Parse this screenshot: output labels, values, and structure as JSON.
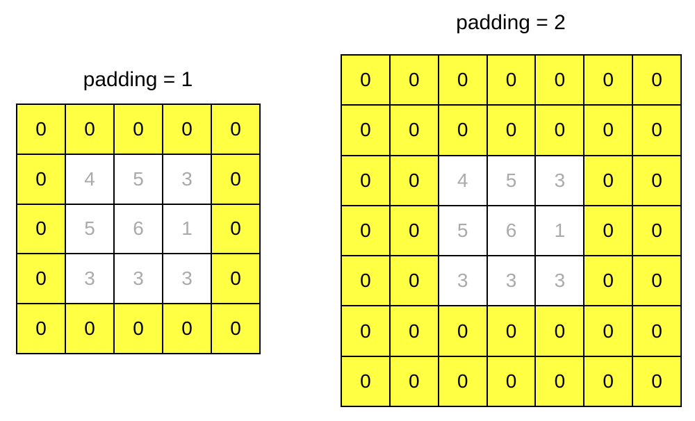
{
  "colors": {
    "padding_fill": "#ffff44",
    "original_fill": "#ffffff",
    "padding_text": "#000000",
    "original_text": "#aaaaaa",
    "grid_line": "#000000"
  },
  "diagrams": [
    {
      "title": "padding = 1",
      "padding": 1,
      "rows": [
        [
          "0",
          "0",
          "0",
          "0",
          "0"
        ],
        [
          "0",
          "4",
          "5",
          "3",
          "0"
        ],
        [
          "0",
          "5",
          "6",
          "1",
          "0"
        ],
        [
          "0",
          "3",
          "3",
          "3",
          "0"
        ],
        [
          "0",
          "0",
          "0",
          "0",
          "0"
        ]
      ]
    },
    {
      "title": "padding = 2",
      "padding": 2,
      "rows": [
        [
          "0",
          "0",
          "0",
          "0",
          "0",
          "0",
          "0"
        ],
        [
          "0",
          "0",
          "0",
          "0",
          "0",
          "0",
          "0"
        ],
        [
          "0",
          "0",
          "4",
          "5",
          "3",
          "0",
          "0"
        ],
        [
          "0",
          "0",
          "5",
          "6",
          "1",
          "0",
          "0"
        ],
        [
          "0",
          "0",
          "3",
          "3",
          "3",
          "0",
          "0"
        ],
        [
          "0",
          "0",
          "0",
          "0",
          "0",
          "0",
          "0"
        ],
        [
          "0",
          "0",
          "0",
          "0",
          "0",
          "0",
          "0"
        ]
      ]
    }
  ]
}
